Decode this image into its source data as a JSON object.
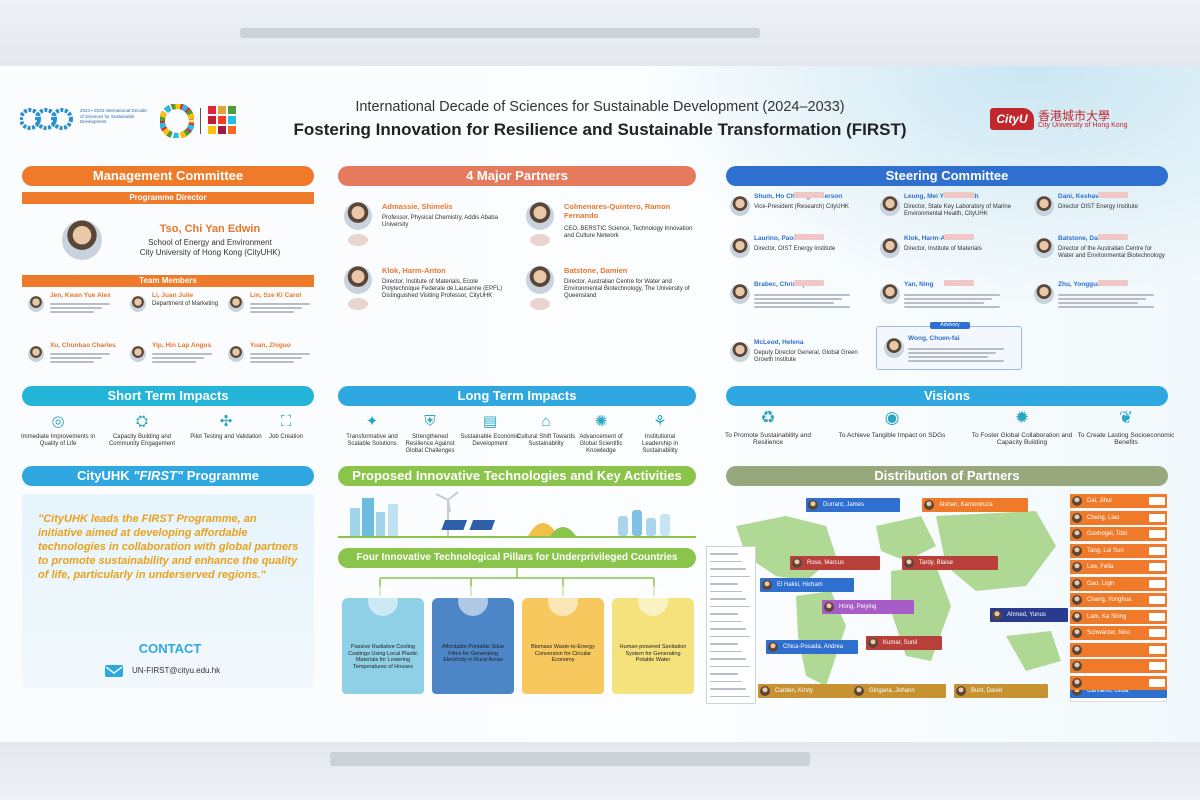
{
  "header": {
    "decade_logo_text": "2024 • 2033 International Decade of Sciences for Sustainable Development",
    "title_line1": "International Decade of Sciences for Sustainable Development (2024–2033)",
    "title_line2": "Fostering Innovation for Resilience and Sustainable Transformation (FIRST)",
    "cityu_logo": "CityU",
    "cityu_chinese": "香港城市大學",
    "cityu_english": "City University of Hong Kong"
  },
  "management": {
    "title": "Management Committee",
    "director_label": "Programme Director",
    "director_name": "Tso, Chi Yan Edwin",
    "director_school": "School of Energy and Environment",
    "director_univ": "City University of Hong Kong (CityUHK)",
    "team_label": "Team Members",
    "members": [
      {
        "name": "Jen, Kwan Yue Alex",
        "aff": ""
      },
      {
        "name": "Li, Juan Julie",
        "aff": "Department of Marketing"
      },
      {
        "name": "Lin, Sze Ki Carol",
        "aff": ""
      },
      {
        "name": "Xu, Chunbao Charles",
        "aff": ""
      },
      {
        "name": "Yip, Hin Lap Angus",
        "aff": ""
      },
      {
        "name": "Yuan, Zhiguo",
        "aff": ""
      }
    ]
  },
  "partners": {
    "title": "4 Major Partners",
    "items": [
      {
        "name": "Admassie, Shimelis",
        "desc": "Professor, Physical Chemistry, Addis Ababa University"
      },
      {
        "name": "Colmenares-Quintero, Ramon Fernando",
        "desc": "CEO, BERSTIC Science, Technology Innovation and Culture Network"
      },
      {
        "name": "Klok, Harm-Anton",
        "desc": "Director, Institute of Materials, Ecole Polytechnique Federale de Lausanne (EPFL) Distinguished Visiting Professor, CityUHK"
      },
      {
        "name": "Batstone, Damien",
        "desc": "Director, Australian Centre for Water and Environmental Biotechnology, The University of Queensland"
      }
    ]
  },
  "steering": {
    "title": "Steering Committee",
    "members": [
      {
        "name": "Shum, Ho Cheung Anderson",
        "desc": "Vice-President (Research) CityUHK"
      },
      {
        "name": "Leung, Mei Yee Kenneth",
        "desc": "Director, State Key Laboratory of Marine Environmental Health, CityUHK"
      },
      {
        "name": "Dani, Keshav",
        "desc": "Director OIST Energy Institute"
      },
      {
        "name": "Laurino, Paola",
        "desc": "Director, OIST Energy Institute"
      },
      {
        "name": "Klok, Harm-Anton",
        "desc": "Director, Institute of Materials"
      },
      {
        "name": "Batstone, Damien",
        "desc": "Director of the Australian Centre for Water and Environmental Biotechnology"
      },
      {
        "name": "Brabec, Christoph",
        "desc": ""
      },
      {
        "name": "Yan, Ning",
        "desc": ""
      },
      {
        "name": "Zhu, Yongguan",
        "desc": ""
      },
      {
        "name": "McLeod, Helena",
        "desc": "Deputy Director General, Global Green Growth Institute"
      },
      {
        "name": "Wong, Chuen-fai",
        "desc": ""
      }
    ],
    "advisory_label": "Advisory"
  },
  "short_term": {
    "title": "Short Term Impacts",
    "items": [
      "Immediate Improvements in Quality of Life",
      "Capacity Building and Community Engagement",
      "Pilot Testing and Validation",
      "Job Creation"
    ]
  },
  "long_term": {
    "title": "Long Term Impacts",
    "items": [
      "Transformative and Scalable Solutions",
      "Strengthened Resilience Against Global Challenges",
      "Sustainable Economic Development",
      "Cultural Shift Towards Sustainability",
      "Advancement of Global Scientific Knowledge",
      "Institutional Leadership in Sustainability"
    ]
  },
  "visions": {
    "title": "Visions",
    "items": [
      "To Promote Sustainability and Resilience",
      "To Achieve Tangible Impact on SDGs",
      "To Foster Global Collaboration and Capacity Building",
      "To Create Lasting Socioeconomic Benefits"
    ]
  },
  "programme": {
    "title_pre": "CityUHK ",
    "title_em": "\"FIRST\"",
    "title_post": " Programme",
    "quote": "\"CityUHK leads the FIRST Programme, an initiative aimed at developing affordable technologies in collaboration with global partners to promote sustainability and enhance the quality of life, particularly in underserved regions.\"",
    "contact_label": "CONTACT",
    "email": "UN-FIRST@cityu.edu.hk"
  },
  "technologies": {
    "title": "Proposed Innovative Technologies and Key Activities",
    "pillars_title": "Four Innovative Technological Pillars for Underprivileged Countries",
    "pillars": [
      {
        "text": "Passive Radiative Cooling Coatings Using Local Plastic Materials for Lowering Temperatures of Houses",
        "color": "#8fd0e6"
      },
      {
        "text": "Affordable Printable Solar Films for Generating Electricity in Rural Areas",
        "color": "#4c86c6"
      },
      {
        "text": "Biomass Waste-to-Energy Conversion for Circular Economy",
        "color": "#f6c85e"
      },
      {
        "text": "Human-powered Sanitation System for Generating Potable Water",
        "color": "#f5e27c"
      }
    ]
  },
  "distribution": {
    "title": "Distribution of Partners",
    "countries": [],
    "map_tags": [
      {
        "name": "Durrant, James",
        "color": "#2f6fd0"
      },
      {
        "name": "Alshan, Kamoniruza",
        "color": "#ef7b2a"
      },
      {
        "name": "Rose, Marcus",
        "color": "#b9403a"
      },
      {
        "name": "Tardy, Blaise",
        "color": "#b9403a"
      },
      {
        "name": "El Hakki, Hicham",
        "color": "#2f6fd0"
      },
      {
        "name": "Hong, Peiying",
        "color": "#a75cc8"
      },
      {
        "name": "Ahmed, Yunus",
        "color": "#2a3a8c"
      },
      {
        "name": "Chica-Posada, Andrea",
        "color": "#2f6fd0"
      },
      {
        "name": "Kumar, Sunil",
        "color": "#b9403a"
      },
      {
        "name": "Carden, Kirsty",
        "color": "#c79332"
      },
      {
        "name": "Gingana, Johann",
        "color": "#c79332"
      },
      {
        "name": "Bunt, David",
        "color": "#c79332"
      },
      {
        "name": "Carvalho, Gilda",
        "color": "#2f6fd0"
      }
    ],
    "right_tags": [
      "Dai, Jihui",
      "Cheng, Liao",
      "Gaxhogel, Tobi",
      "Tang, Lai Sun",
      "Lee, Fella",
      "Gao, Liqin",
      "Chang, Yonghua",
      "Lam, Ka Shing",
      "Schwarzer, Nico",
      "",
      "",
      ""
    ]
  }
}
